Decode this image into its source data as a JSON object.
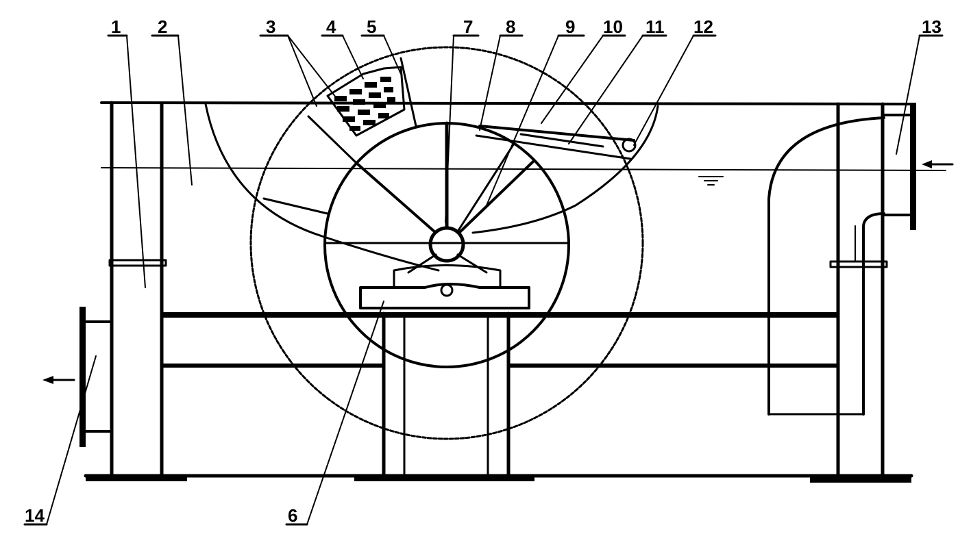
{
  "labels": {
    "l1": "1",
    "l2": "2",
    "l3": "3",
    "l4": "4",
    "l5": "5",
    "l6": "6",
    "l7": "7",
    "l8": "8",
    "l9": "9",
    "l10": "10",
    "l11": "11",
    "l12": "12",
    "l13": "13",
    "l14": "14"
  },
  "flow": {
    "inlet_arrow": "left-pointing arrow at right inlet",
    "outlet_arrow": "left-pointing arrow at left outlet"
  },
  "colors": {
    "ink": "#000000",
    "paper": "#ffffff"
  }
}
